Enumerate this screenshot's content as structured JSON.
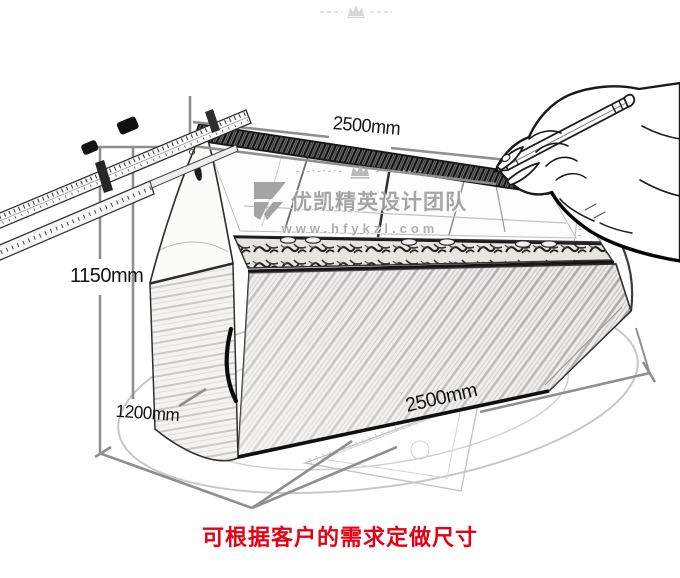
{
  "diagram": {
    "kind": "product dimension sketch of curved-glass display counter",
    "dimensions": {
      "top_width": "2500mm",
      "height": "1150mm",
      "depth": "1200mm",
      "bottom_width": "2500mm"
    },
    "note": "可根据客户的需求定做尺寸",
    "watermark": {
      "brand": "优凯精英设计团队",
      "url": "www.hfykzl.com"
    },
    "colors": {
      "note_red": "#e60012",
      "dimension_gray": "#8f8f8f",
      "watermark_gray": "#9e9e9e",
      "ink": "#1a1a1a"
    }
  }
}
